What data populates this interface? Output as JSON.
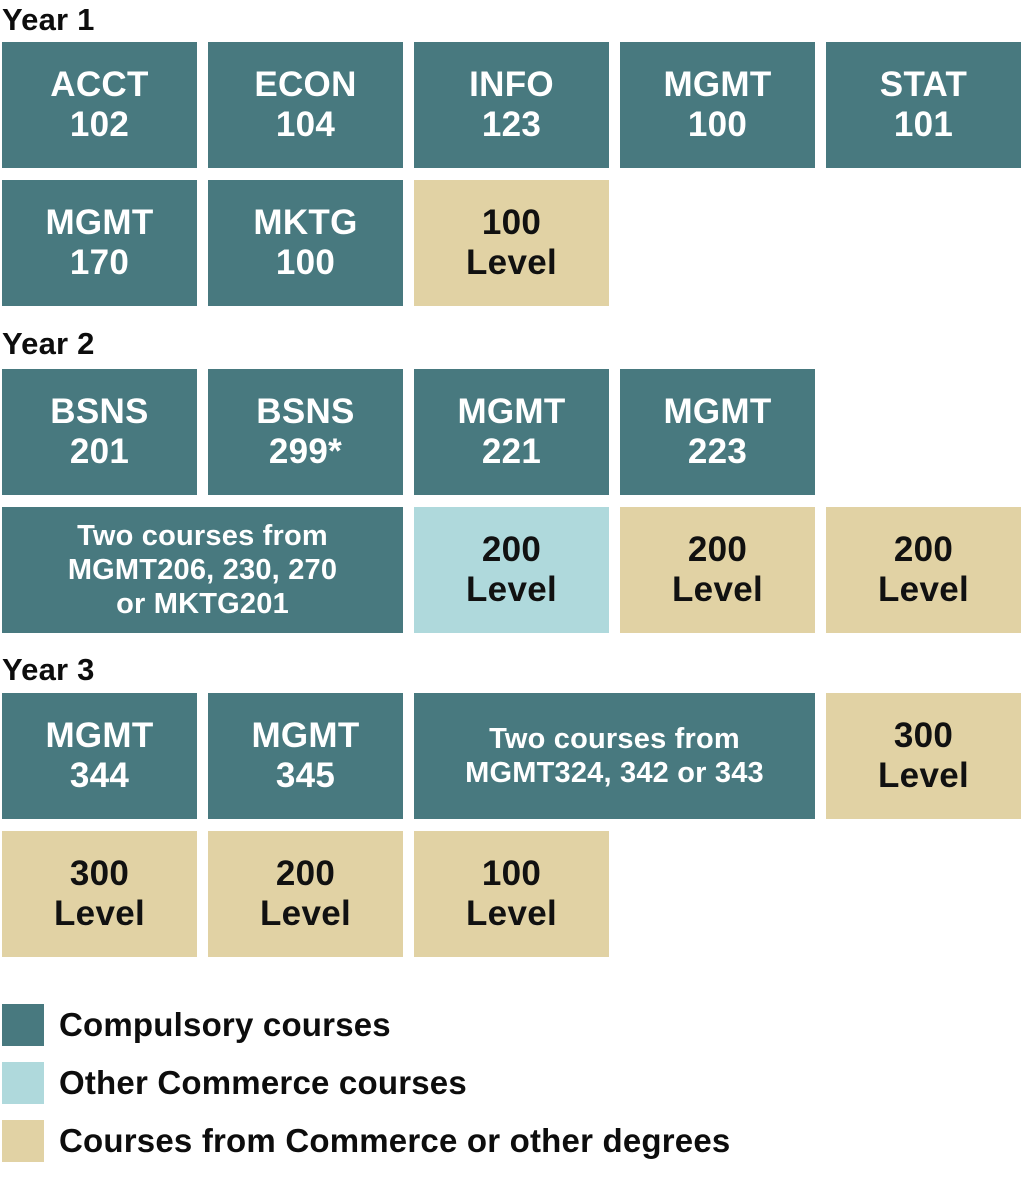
{
  "colors": {
    "compulsory": "#48797f",
    "other_commerce": "#afd9dc",
    "other_degrees": "#e1d2a4",
    "text_on_dark": "#ffffff",
    "text_on_light": "#111111"
  },
  "years": [
    {
      "label": "Year 1",
      "rows": [
        [
          {
            "text": "ACCT\n102",
            "type": "compulsory",
            "span": 1
          },
          {
            "text": "ECON\n104",
            "type": "compulsory",
            "span": 1
          },
          {
            "text": "INFO\n123",
            "type": "compulsory",
            "span": 1
          },
          {
            "text": "MGMT\n100",
            "type": "compulsory",
            "span": 1
          },
          {
            "text": "STAT\n101",
            "type": "compulsory",
            "span": 1
          }
        ],
        [
          {
            "text": "MGMT\n170",
            "type": "compulsory",
            "span": 1
          },
          {
            "text": "MKTG\n100",
            "type": "compulsory",
            "span": 1
          },
          {
            "text": "100\nLevel",
            "type": "other_degrees",
            "span": 1
          }
        ]
      ]
    },
    {
      "label": "Year 2",
      "rows": [
        [
          {
            "text": "BSNS\n201",
            "type": "compulsory",
            "span": 1
          },
          {
            "text": "BSNS\n299*",
            "type": "compulsory",
            "span": 1
          },
          {
            "text": "MGMT\n221",
            "type": "compulsory",
            "span": 1
          },
          {
            "text": "MGMT\n223",
            "type": "compulsory",
            "span": 1
          }
        ],
        [
          {
            "text": "Two courses from\nMGMT206, 230, 270\nor MKTG201",
            "type": "compulsory",
            "span": 2,
            "small": true
          },
          {
            "text": "200\nLevel",
            "type": "other_commerce",
            "span": 1
          },
          {
            "text": "200\nLevel",
            "type": "other_degrees",
            "span": 1
          },
          {
            "text": "200\nLevel",
            "type": "other_degrees",
            "span": 1
          }
        ]
      ]
    },
    {
      "label": "Year 3",
      "rows": [
        [
          {
            "text": "MGMT\n344",
            "type": "compulsory",
            "span": 1
          },
          {
            "text": "MGMT\n345",
            "type": "compulsory",
            "span": 1
          },
          {
            "text": "Two courses from\nMGMT324, 342 or 343",
            "type": "compulsory",
            "span": 2,
            "small": true
          },
          {
            "text": "300\nLevel",
            "type": "other_degrees",
            "span": 1
          }
        ],
        [
          {
            "text": "300\nLevel",
            "type": "other_degrees",
            "span": 1
          },
          {
            "text": "200\nLevel",
            "type": "other_degrees",
            "span": 1
          },
          {
            "text": "100\nLevel",
            "type": "other_degrees",
            "span": 1
          }
        ]
      ]
    }
  ],
  "legend": [
    {
      "label": "Compulsory courses",
      "type": "compulsory"
    },
    {
      "label": "Other Commerce courses",
      "type": "other_commerce"
    },
    {
      "label": "Courses from Commerce or other degrees",
      "type": "other_degrees"
    }
  ]
}
